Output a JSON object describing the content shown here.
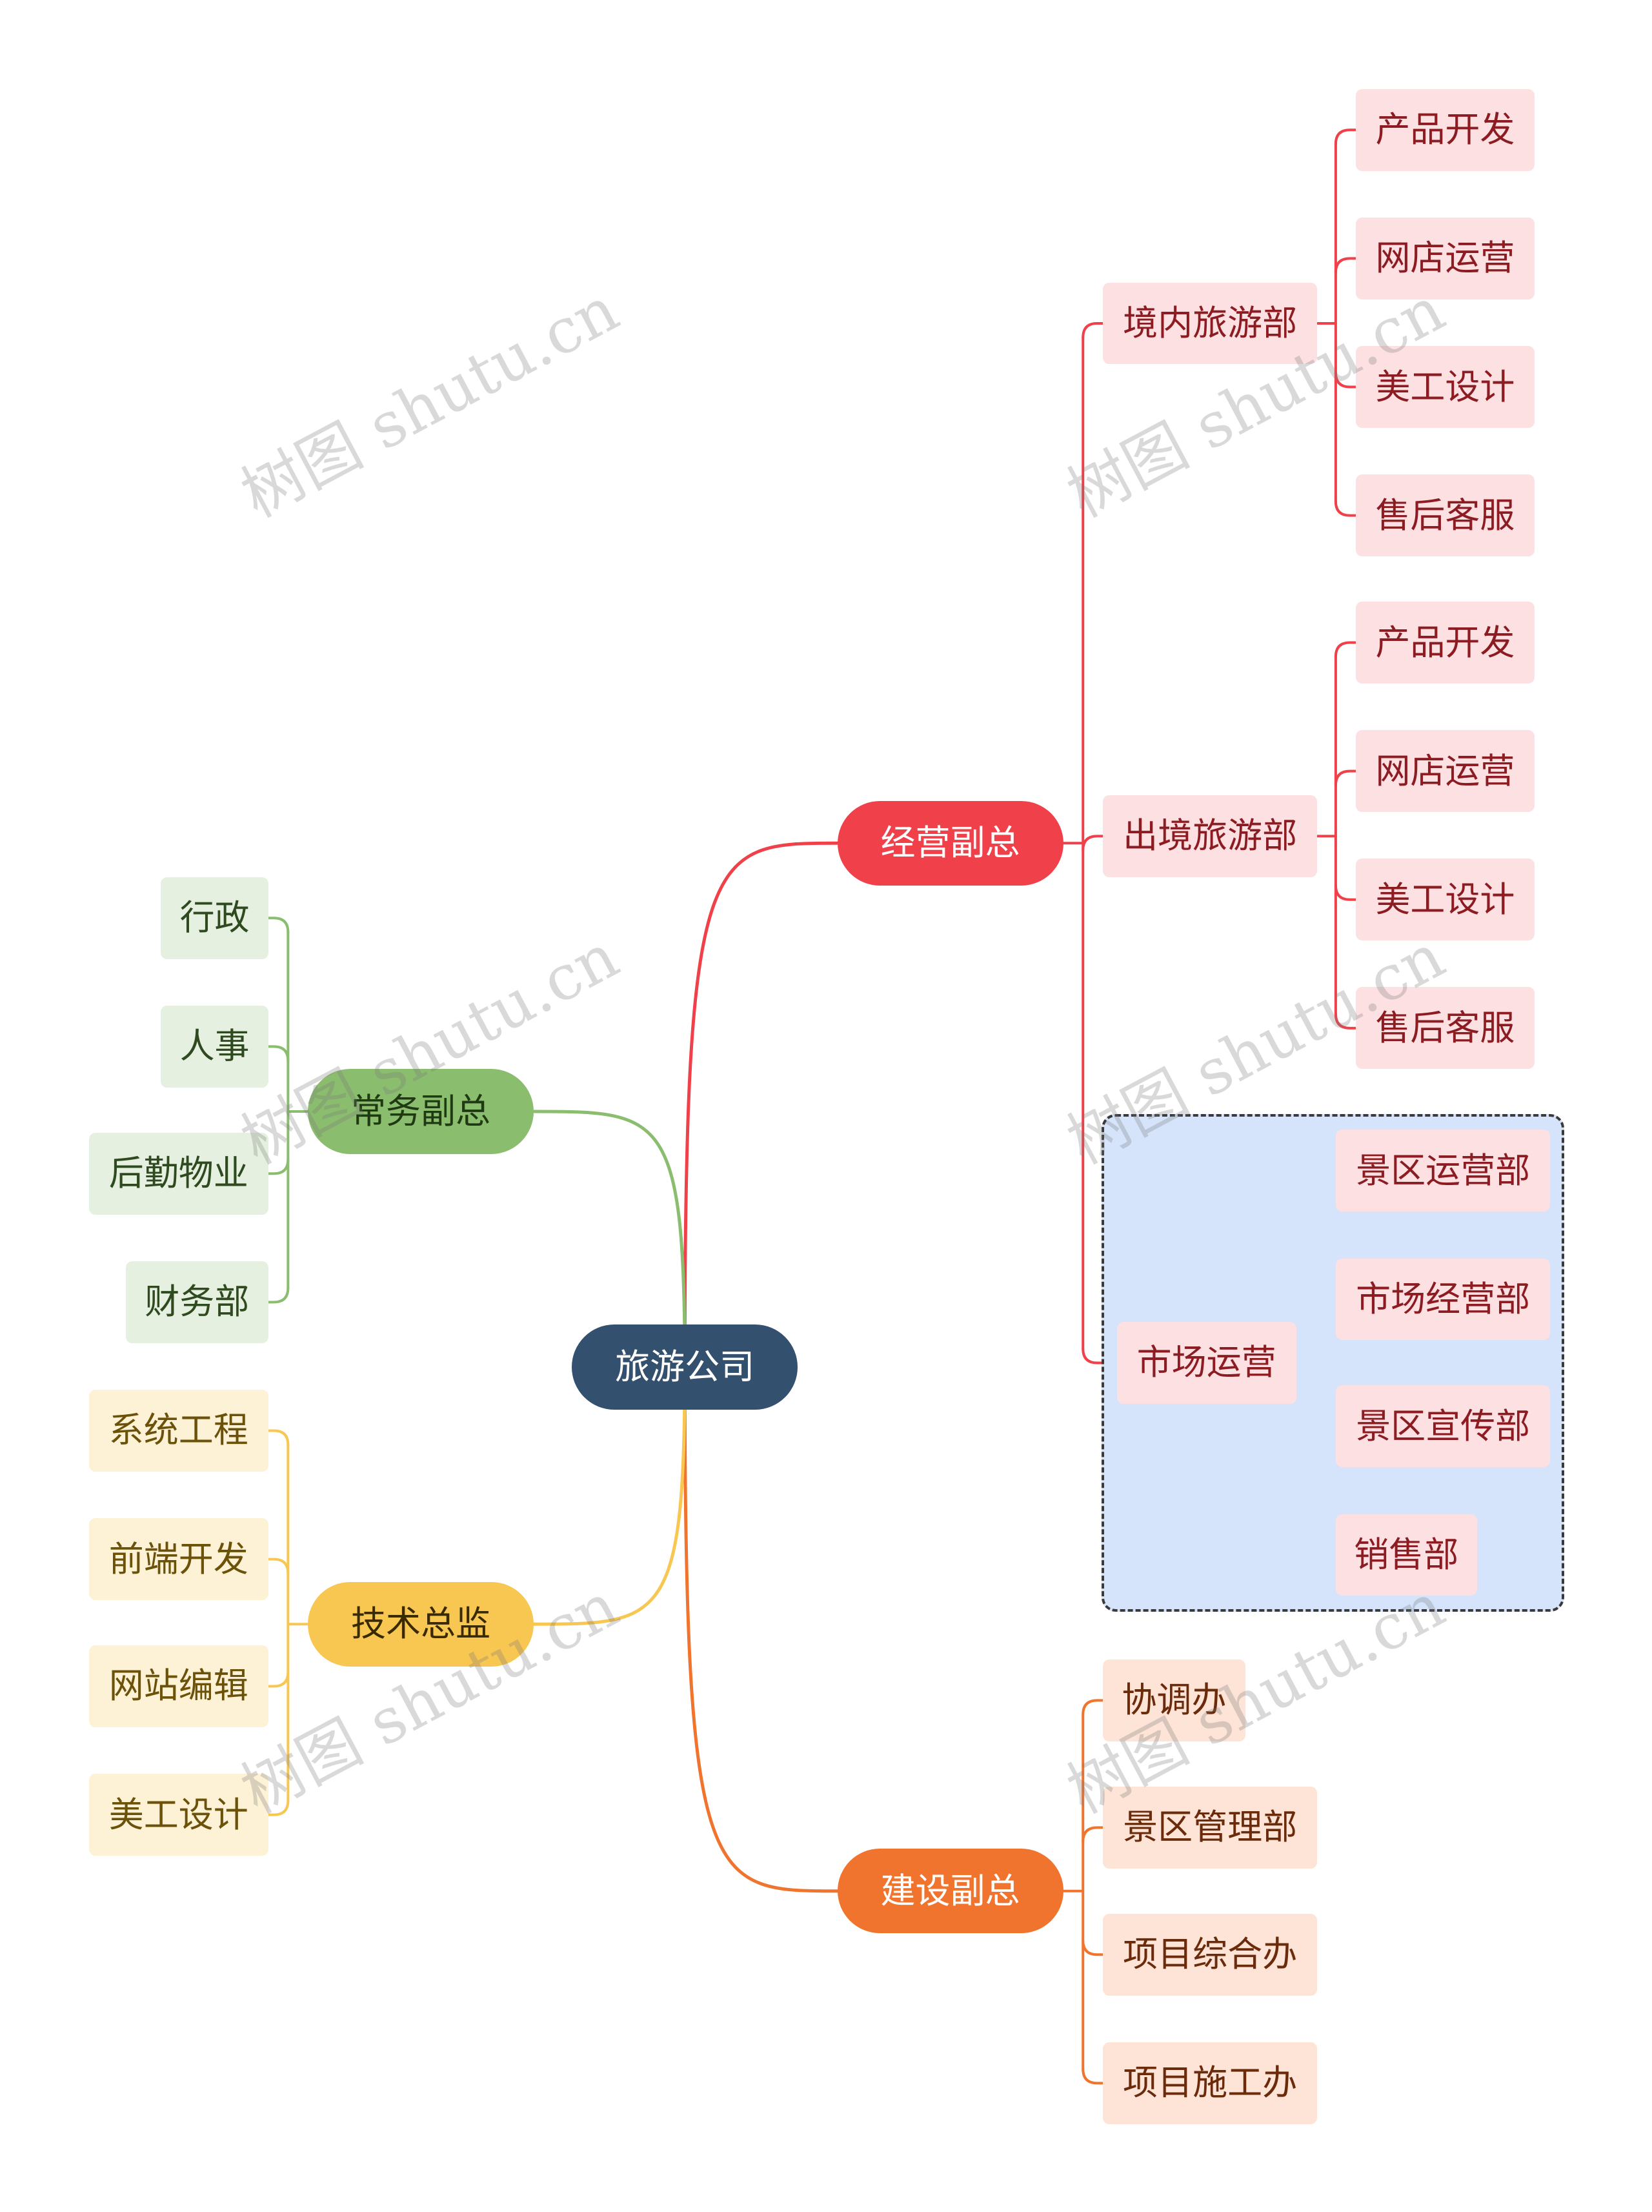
{
  "root": {
    "label": "旅游公司"
  },
  "branches": {
    "operations": {
      "label": "经营副总",
      "color": "#f0404a",
      "domestic": {
        "label": "境内旅游部",
        "items": [
          "产品开发",
          "网店运营",
          "美工设计",
          "售后客服"
        ]
      },
      "outbound": {
        "label": "出境旅游部",
        "items": [
          "产品开发",
          "网店运营",
          "美工设计",
          "售后客服"
        ]
      },
      "market": {
        "label": "市场运营",
        "items": [
          "景区运营部",
          "市场经营部",
          "景区宣传部",
          "销售部"
        ]
      }
    },
    "construction": {
      "label": "建设副总",
      "color": "#f0742e",
      "items": [
        "协调办",
        "景区管理部",
        "项目综合办",
        "项目施工办"
      ]
    },
    "executive": {
      "label": "常务副总",
      "color": "#8bbd6e",
      "items": [
        "行政",
        "人事",
        "后勤物业",
        "财务部"
      ]
    },
    "tech": {
      "label": "技术总监",
      "color": "#f8c752",
      "items": [
        "系统工程",
        "前端开发",
        "网站编辑",
        "美工设计"
      ]
    }
  },
  "watermark": "树图 shutu.cn"
}
